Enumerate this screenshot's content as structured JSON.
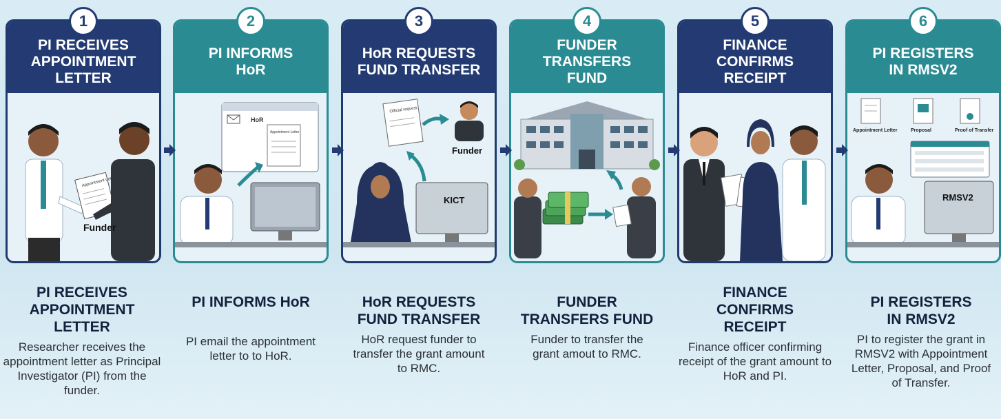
{
  "colors": {
    "navy": "#233b72",
    "teal": "#2a8b92",
    "background": "#d9ecf5"
  },
  "steps": [
    {
      "number": "1",
      "card_title": "PI RECEIVES\nAPPOINTMENT\nLETTER",
      "caption_title": "PI RECEIVES\nAPPOINTMENT\nLETTER",
      "caption_text": "Researcher receives the appointment letter as Principal Investigator (PI) from the funder.",
      "illustration_labels": {
        "letter": "Appointment Letter",
        "person": "Funder"
      }
    },
    {
      "number": "2",
      "card_title": "PI INFORMS\nHoR",
      "caption_title": "PI INFORMS HoR",
      "caption_text": "PI email the appointment letter to to HoR.",
      "illustration_labels": {
        "window": "HoR",
        "letter": "Appointment Letter"
      }
    },
    {
      "number": "3",
      "card_title": "HoR REQUESTS\nFUND TRANSFER",
      "caption_title": "HoR REQUESTS\nFUND TRANSFER",
      "caption_text": "HoR request funder to transfer the grant amount to RMC.",
      "illustration_labels": {
        "document": "Official request",
        "person": "Funder",
        "monitor": "KICT"
      }
    },
    {
      "number": "4",
      "card_title": "FUNDER\nTRANSFERS\nFUND",
      "caption_title": "FUNDER\nTRANSFERS FUND",
      "caption_text": "Funder to transfer the grant amout to RMC.",
      "illustration_labels": {}
    },
    {
      "number": "5",
      "card_title": "FINANCE\nCONFIRMS\nRECEIPT",
      "caption_title": "FINANCE\nCONFIRMS\nRECEIPT",
      "caption_text": "Finance officer confirming receipt of the grant amount to HoR and PI.",
      "illustration_labels": {}
    },
    {
      "number": "6",
      "card_title": "PI REGISTERS\nIN RMSV2",
      "caption_title": "PI REGISTERS\nIN RMSV2",
      "caption_text": "PI to register the grant in RMSV2 with Appointment Letter, Proposal, and Proof of Transfer.",
      "illustration_labels": {
        "doc1": "Appointment Letter",
        "doc2": "Proposal",
        "doc3": "Proof of Transfer",
        "monitor": "RMSV2"
      }
    }
  ]
}
